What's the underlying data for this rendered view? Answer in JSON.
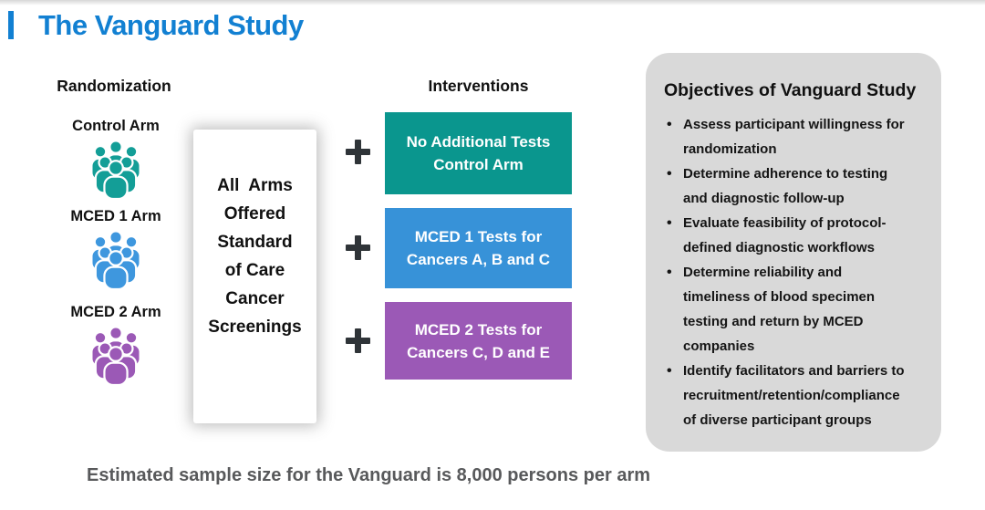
{
  "title": "The Vanguard Study",
  "randomization": {
    "heading": "Randomization",
    "arms": [
      {
        "label": "Control Arm",
        "icon_color": "#139e97"
      },
      {
        "label": "MCED 1 Arm",
        "icon_color": "#3e97de"
      },
      {
        "label": "MCED 2 Arm",
        "icon_color": "#9b59b6"
      }
    ]
  },
  "standard_care_panel": {
    "text": "All  Arms\nOffered\nStandard\nof Care\nCancer\nScreenings"
  },
  "interventions": {
    "heading": "Interventions",
    "boxes": [
      {
        "text": "No Additional Tests\nControl Arm",
        "color": "#0a968e"
      },
      {
        "text": "MCED 1 Tests for\nCancers A, B and C",
        "color": "#3792d8"
      },
      {
        "text": "MCED 2 Tests for\nCancers C, D and E",
        "color": "#9b59b6"
      }
    ]
  },
  "objectives": {
    "heading": "Objectives of Vanguard Study",
    "bullets": [
      "Assess participant willingness for\nrandomization",
      "Determine adherence to testing\nand diagnostic follow-up",
      "Evaluate feasibility of protocol-\ndefined diagnostic workflows",
      "Determine reliability and\ntimeliness of  blood specimen\ntesting and return by MCED\ncompanies",
      "Identify facilitators and barriers to\nrecruitment/retention/compliance\nof diverse participant groups"
    ]
  },
  "footer_note": "Estimated sample size for the Vanguard is 8,000 persons per arm",
  "colors": {
    "title_blue": "#1280d2",
    "plus": "#2f3438",
    "card_gray": "#d9d9d9",
    "footer_text": "#58595b"
  }
}
